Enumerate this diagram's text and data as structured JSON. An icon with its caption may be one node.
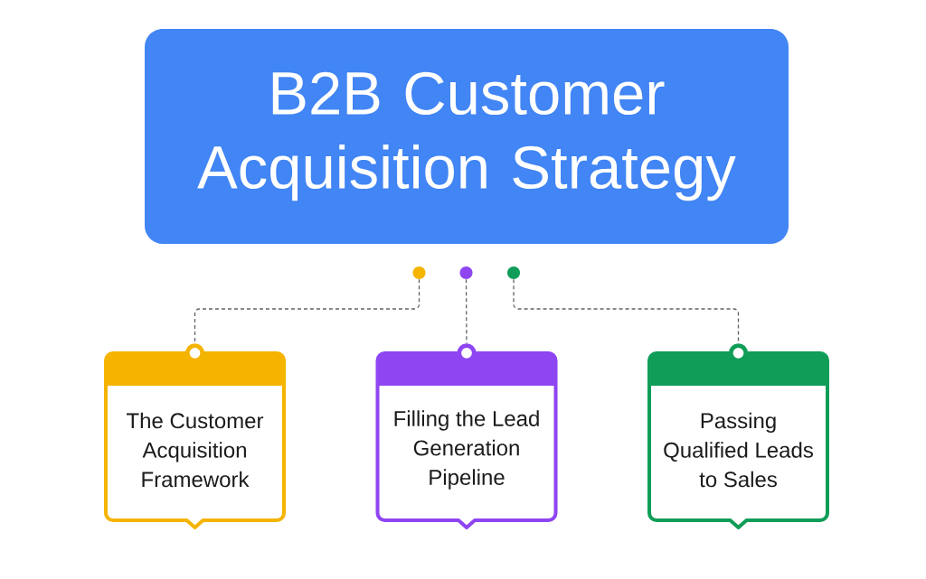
{
  "diagram": {
    "nodes": [
      {
        "text": [
          "B2B Customer Acquisition Strategy"
        ]
      },
      {
        "text": [],
        "shape": "circle"
      },
      {
        "text": [],
        "shape": "circle"
      },
      {
        "text": [],
        "shape": "circle"
      },
      {
        "text": [
          "The Customer Acquisition Framework"
        ]
      },
      {
        "text": [
          "Filling the Lead Generation Pipeline"
        ]
      },
      {
        "text": [
          "Passing Qualified Leads to Sales"
        ]
      }
    ],
    "edges": [
      {
        "from": 1,
        "to": 4,
        "arrow": "other",
        "style": "dashed"
      },
      {
        "from": 2,
        "to": 5,
        "arrow": "other",
        "style": "dashed"
      },
      {
        "from": 3,
        "to": 6,
        "arrow": "other",
        "style": "dashed"
      }
    ]
  }
}
